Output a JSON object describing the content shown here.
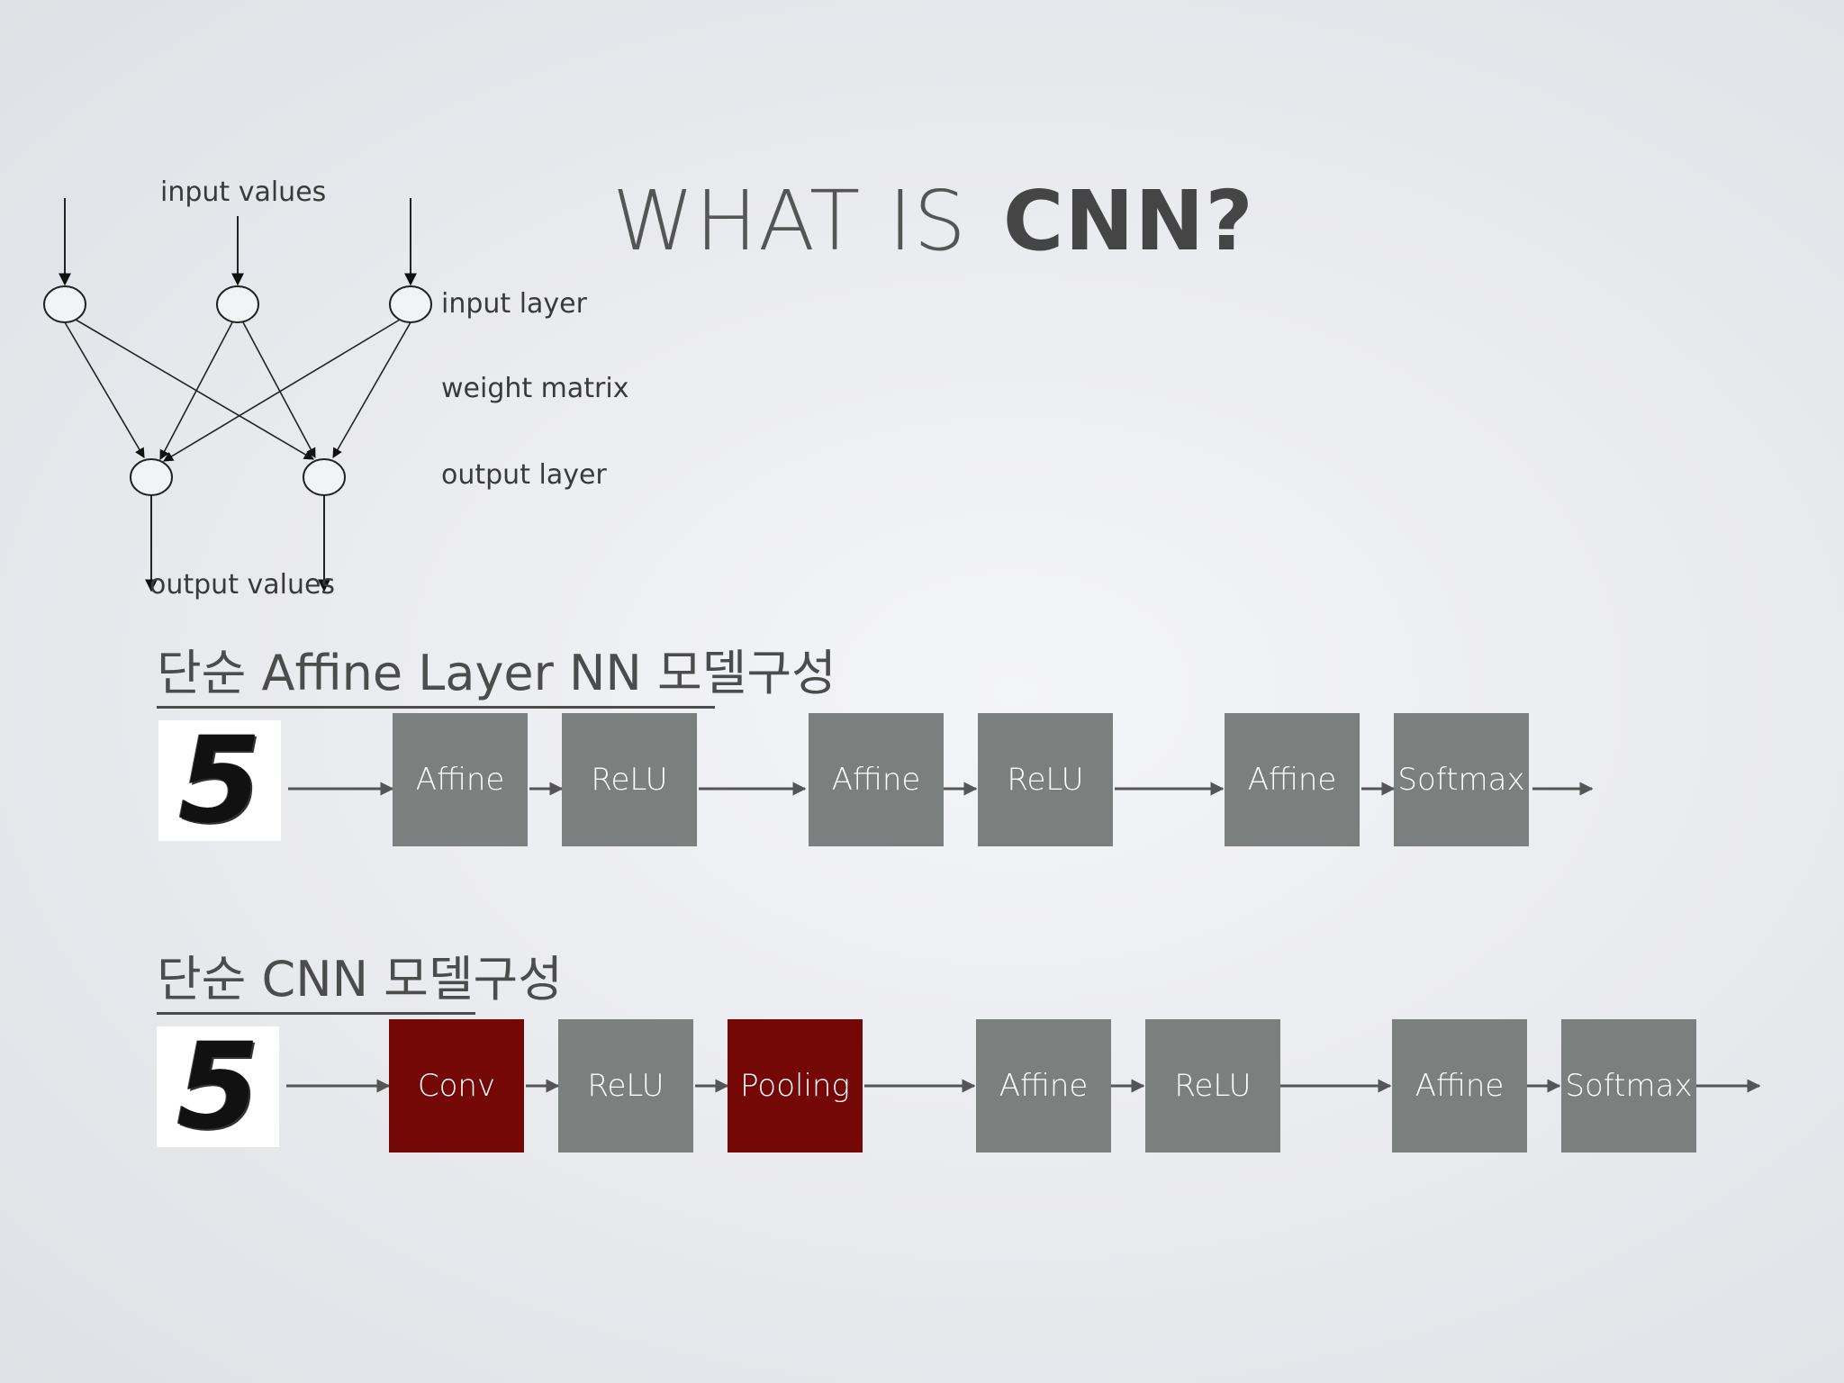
{
  "title": {
    "prefix": "WHAT IS",
    "emphasis": "CNN?"
  },
  "nn_diagram": {
    "input_values_label": "input values",
    "input_layer_label": "input layer",
    "weight_matrix_label": "weight matrix",
    "output_layer_label": "output layer",
    "output_values_label": "output values"
  },
  "affine_model": {
    "heading": "단순 Affine Layer NN 모델구성",
    "input_digit": "5",
    "blocks": [
      "Affine",
      "ReLU",
      "Affine",
      "ReLU",
      "Affine",
      "Softmax"
    ]
  },
  "cnn_model": {
    "heading": "단순 CNN 모델구성",
    "input_digit": "5",
    "blocks": [
      "Conv",
      "ReLU",
      "Pooling",
      "Affine",
      "ReLU",
      "Affine",
      "Softmax"
    ]
  },
  "colors": {
    "gray_block": "#7b807e",
    "red_block": "#730806",
    "arrow": "#555555",
    "diagram_line": "#222222"
  }
}
